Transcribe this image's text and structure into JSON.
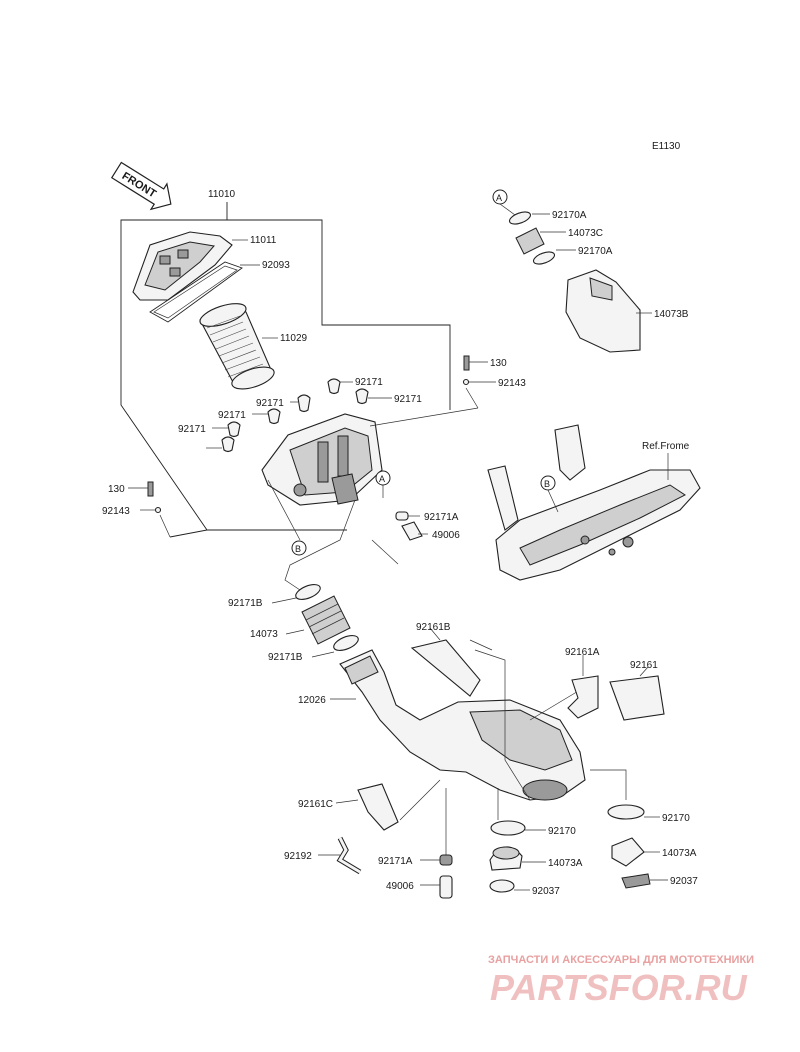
{
  "diagram": {
    "code": "E1130",
    "front_label": "FRONT",
    "ref_frame_label": "Ref.Frome",
    "markers": [
      "A",
      "B"
    ],
    "callouts": [
      "11010",
      "11011",
      "92093",
      "11029",
      "130",
      "92143",
      "92171",
      "92171",
      "92171",
      "92171",
      "92171",
      "130",
      "92143",
      "92171A",
      "49006",
      "92170A",
      "14073C",
      "92170A",
      "14073B",
      "92171B",
      "14073",
      "92171B",
      "12026",
      "92161B",
      "92161A",
      "92161",
      "92161C",
      "92170",
      "92170",
      "92192",
      "92171A",
      "14073A",
      "14073A",
      "49006",
      "92037",
      "92037"
    ]
  },
  "watermark": {
    "top_text": "ЗАПЧАСТИ И АКСЕССУАРЫ ДЛЯ МОТОТЕХНИКИ",
    "logo_text": "PARTSFOR.RU"
  }
}
